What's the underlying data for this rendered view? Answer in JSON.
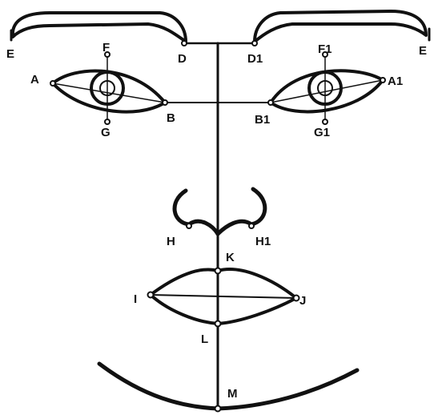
{
  "labels": {
    "E_left": "E",
    "D": "D",
    "D1": "D1",
    "E_right": "E",
    "F": "F",
    "F1": "F1",
    "A": "A",
    "A1": "A1",
    "B": "B",
    "B1": "B1",
    "G": "G",
    "G1": "G1",
    "H": "H",
    "H1": "H1",
    "K": "K",
    "I": "I",
    "J": "J",
    "L": "L",
    "M": "M"
  }
}
